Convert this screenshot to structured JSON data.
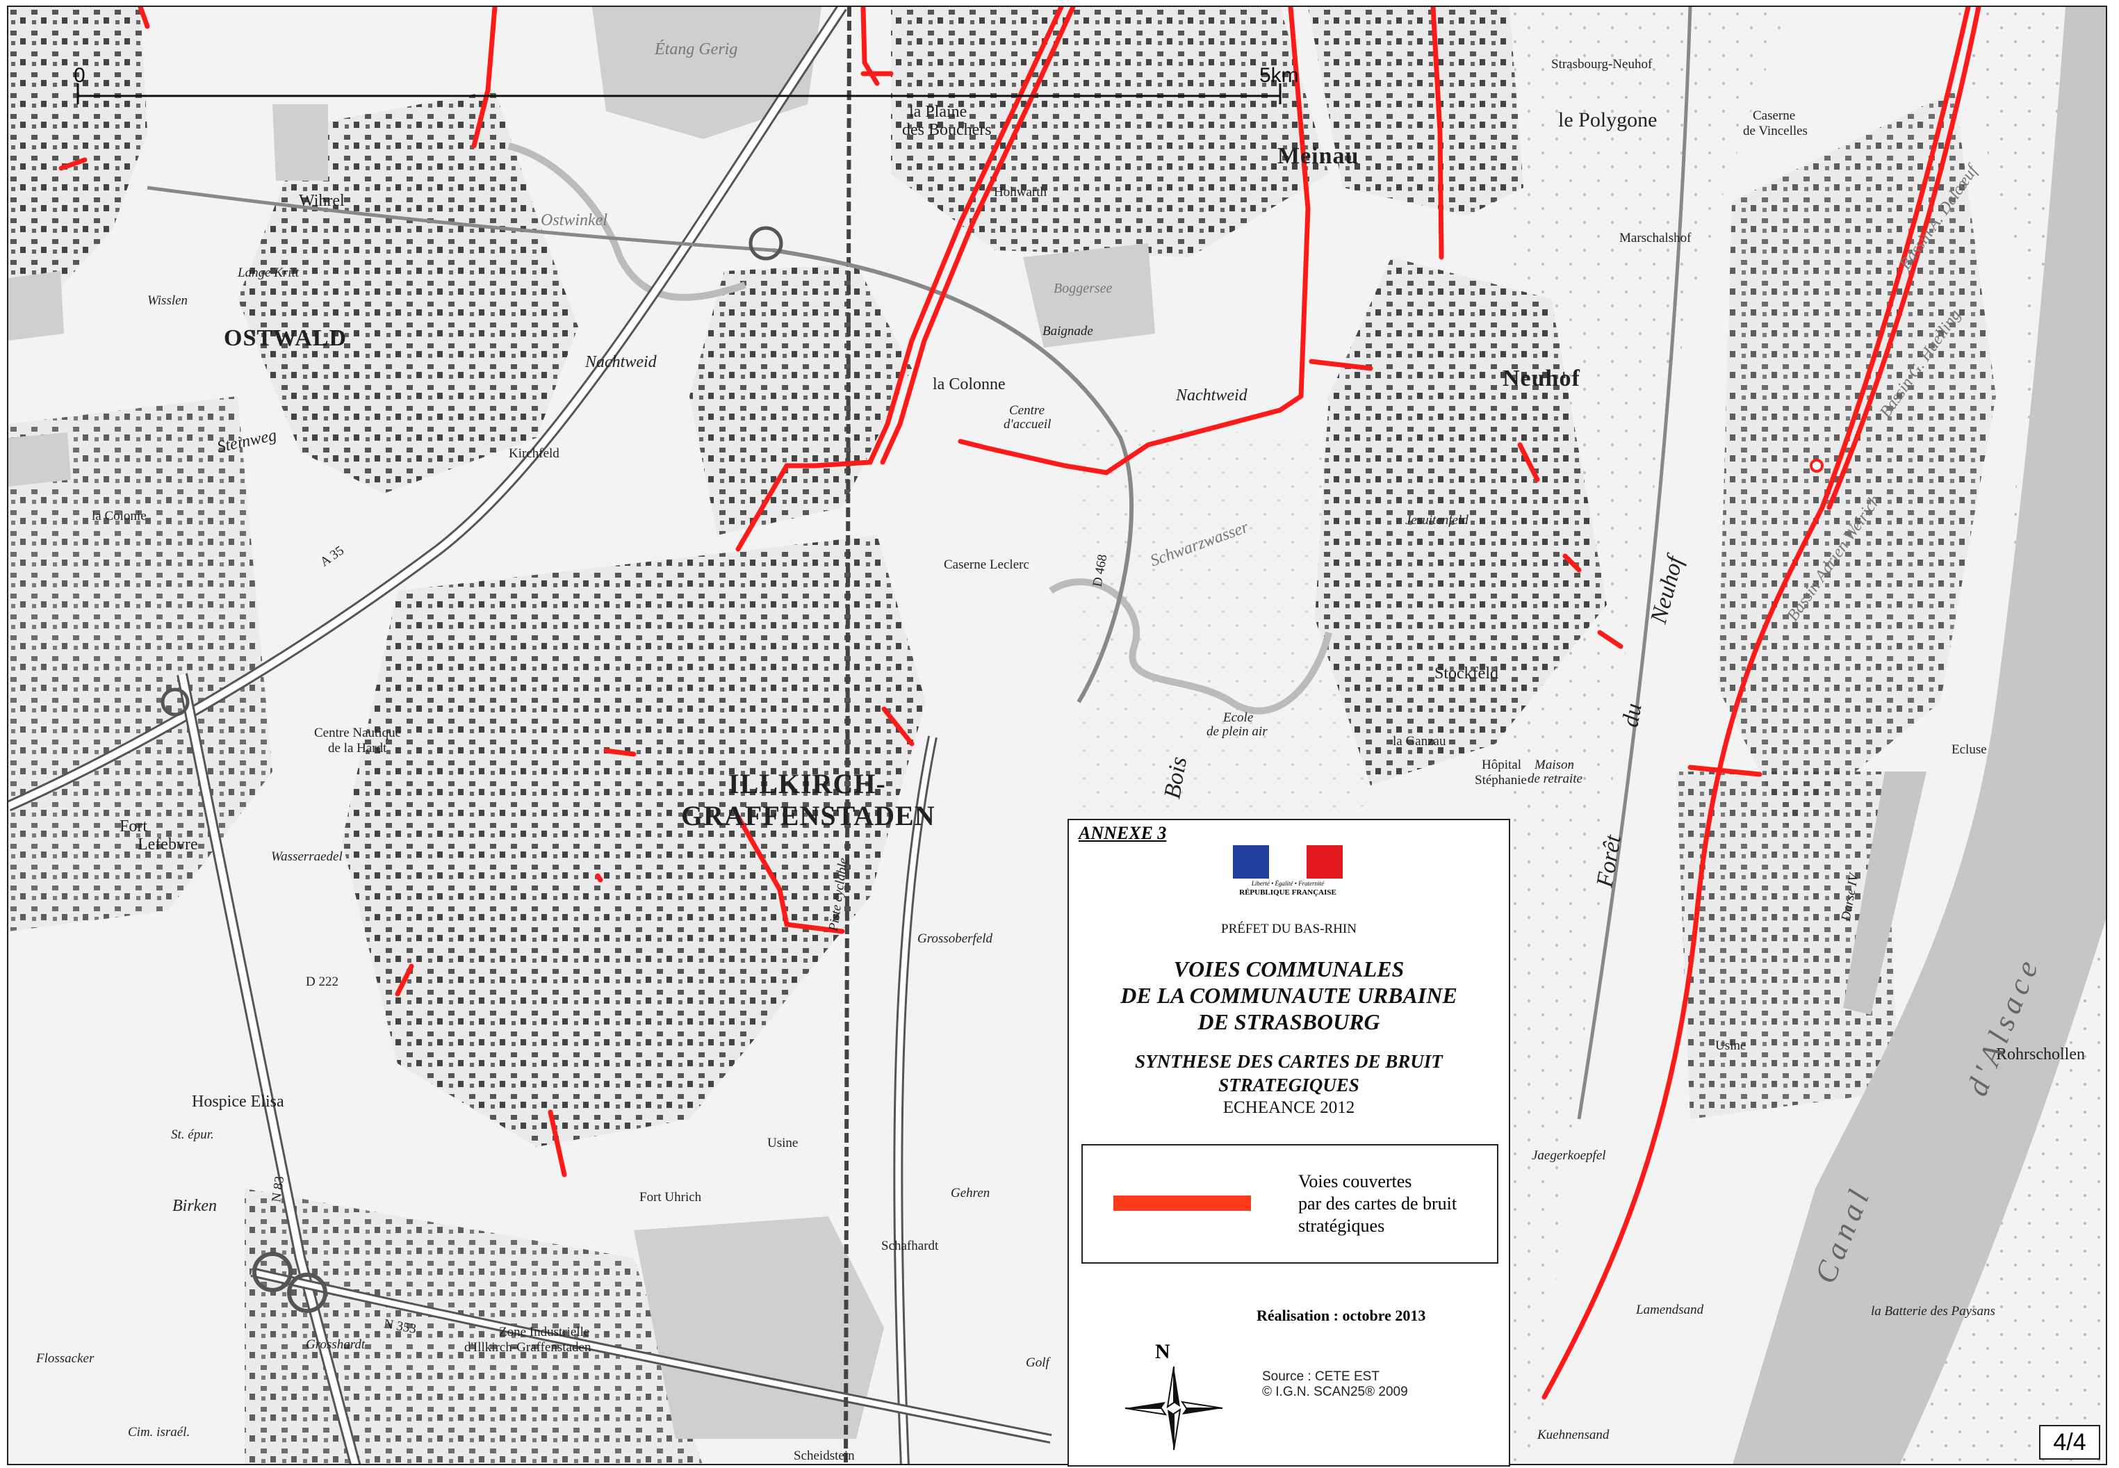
{
  "scale": {
    "start_label": "0",
    "end_label": "5km"
  },
  "map": {
    "towns": {
      "ostwald": "OSTWALD",
      "illkirch_1": "ILLKIRCH-",
      "illkirch_2": "GRAFFENSTADEN",
      "neuhof": "Neuhof",
      "meinau": "Meinau",
      "polygone": "le Polygone"
    },
    "places": {
      "etang_gerig": "Étang Gerig",
      "plaine_bouchers_1": "la Plaine",
      "plaine_bouchers_2": "des Bouchers",
      "strasbourg_neuhof": "Strasbourg-Neuhof",
      "caserne_vincelles_1": "Caserne",
      "caserne_vincelles_2": "de Vincelles",
      "marschalshof": "Marschalshof",
      "wihrel": "Wihrel",
      "ostwinkel": "Ostwinkel",
      "lange_kritt": "Lange Kritt",
      "wisslen": "Wisslen",
      "nachtweid": "Nachtweid",
      "nachtweid2": "Nachtweid",
      "kirchfeld": "Kirchfeld",
      "la_colonne": "la Colonne",
      "centre_accueil_1": "Centre",
      "centre_accueil_2": "d'accueil",
      "boggersee": "Boggersee",
      "baignade": "Baignade",
      "hohwarth": "Hohwarth",
      "steinweg": "Steinweg",
      "la_colonie": "la Colonie",
      "caserne_leclerc": "Caserne Leclerc",
      "schwarzwasser": "Schwarzwasser",
      "jesuitenfeld": "Jesuitenfeld",
      "stockfeld": "Stockfeld",
      "la_ganzau": "la Ganzau",
      "hopital_1": "Hôpital",
      "hopital_2": "Stéphanie",
      "maison_retraite_1": "Maison",
      "maison_retraite_2": "de retraite",
      "ecole_plein_air_1": "Ecole",
      "ecole_plein_air_2": "de plein air",
      "centre_nautique_1": "Centre Nautique",
      "centre_nautique_2": "de la Hardt",
      "fort_lefebvre_1": "Fort",
      "fort_lefebvre_2": "Lefebvre",
      "wasserraedel": "Wasserraedel",
      "grossoberfeld": "Grossoberfeld",
      "hospice_elisa": "Hospice Elisa",
      "st_epur": "St. épur.",
      "birken": "Birken",
      "fort_uhrich": "Fort Uhrich",
      "gehren": "Gehren",
      "schafhardt": "Schafhardt",
      "zone_ind_1": "Zone Industrielle",
      "zone_ind_2": "d'Illkirch-Graffenstaden",
      "grosshardt": "Grosshardt",
      "flossacker": "Flossacker",
      "cim_israel": "Cim. israél.",
      "golf": "Golf",
      "usine": "Usine",
      "usine2": "Usine",
      "jaegerkoepfel": "Jaegerkoepfel",
      "lamendsand": "Lamendsand",
      "batterie_paysans": "la Batterie des Paysans",
      "kuehnensand": "Kuehnensand",
      "rohrschollen": "Rohrschollen",
      "ecluse": "Ecluse",
      "darse_iv": "Darse IV",
      "foret": "Forêt",
      "du": "du",
      "neuhof_forest": "Neuhof",
      "canal": "Canal",
      "dalsace": "d'Alsace",
      "bassin_delcoeuf": "Bassin A. Delcœuf",
      "bassin_haelling": "Bassin G. Haelling",
      "bassin_weirich": "Bassin Adrien Weirich",
      "scheidstein": "Scheidstein",
      "bois": "Bois",
      "piste_cyclable": "Piste cyclable",
      "a35": "A 35",
      "n83": "N 83",
      "n353": "N 353",
      "d222": "D 222",
      "d468": "D 468"
    }
  },
  "legend": {
    "annex": "ANNEXE 3",
    "motto": "Liberté • Égalité • Fraternité",
    "republic": "RÉPUBLIQUE FRANÇAISE",
    "prefect": "PRÉFET DU BAS-RHIN",
    "title_1": "VOIES COMMUNALES",
    "title_2": "DE LA COMMUNAUTE URBAINE",
    "title_3": "DE STRASBOURG",
    "subtitle_1": "SYNTHESE DES CARTES DE BRUIT",
    "subtitle_2": "STRATEGIQUES",
    "deadline": "ECHEANCE 2012",
    "item_line_1": "Voies couvertes",
    "item_line_2": "par des cartes de bruit",
    "item_line_3": "stratégiques",
    "realisation": "Réalisation : octobre 2013",
    "north": "N",
    "source_1": "Source : CETE EST",
    "source_2": "© I.G.N. SCAN25® 2009"
  },
  "colors": {
    "noise_road": "#ff1a1a",
    "legend_swatch": "#ff3a1a",
    "road": "#ffffff",
    "water": "#cfcfcf"
  },
  "page": "4/4"
}
